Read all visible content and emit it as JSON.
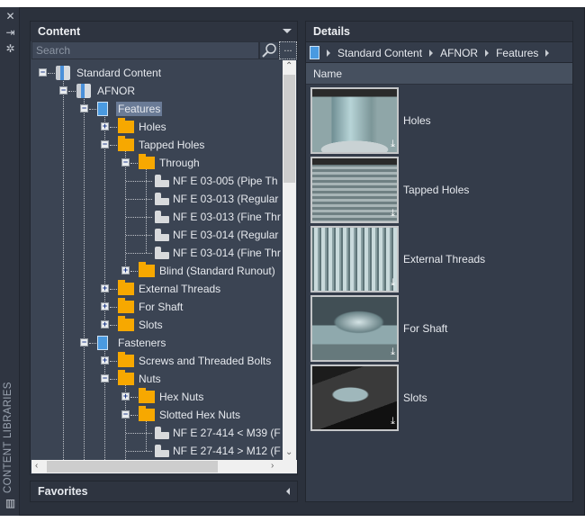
{
  "sidebar": {
    "vertical_label": "CONTENT LIBRARIES",
    "icons": [
      "close-icon",
      "auto-hide-icon",
      "settings-icon",
      "library-icon"
    ]
  },
  "content_panel": {
    "title": "Content",
    "search_placeholder": "Search",
    "more_label": "...",
    "tree": [
      {
        "label": "Standard Content",
        "level": 0,
        "state": "minus",
        "icon": "library"
      },
      {
        "label": "AFNOR",
        "level": 1,
        "state": "minus",
        "icon": "library"
      },
      {
        "label": "Features",
        "level": 2,
        "state": "minus",
        "icon": "book",
        "selected": true
      },
      {
        "label": "Holes",
        "level": 3,
        "state": "plus",
        "icon": "folder"
      },
      {
        "label": "Tapped Holes",
        "level": 3,
        "state": "minus",
        "icon": "folder"
      },
      {
        "label": "Through",
        "level": 4,
        "state": "minus",
        "icon": "folder"
      },
      {
        "label": "NF E 03-005  (Pipe Th",
        "level": 5,
        "state": "none",
        "icon": "part"
      },
      {
        "label": "NF E 03-013  (Regular",
        "level": 5,
        "state": "none",
        "icon": "part"
      },
      {
        "label": "NF E 03-013  (Fine Thr",
        "level": 5,
        "state": "none",
        "icon": "part"
      },
      {
        "label": "NF E 03-014  (Regular",
        "level": 5,
        "state": "none",
        "icon": "part"
      },
      {
        "label": "NF E 03-014  (Fine Thr",
        "level": 5,
        "state": "none",
        "icon": "part"
      },
      {
        "label": "Blind (Standard Runout)",
        "level": 4,
        "state": "plus",
        "icon": "folder"
      },
      {
        "label": "External Threads",
        "level": 3,
        "state": "plus",
        "icon": "folder"
      },
      {
        "label": "For Shaft",
        "level": 3,
        "state": "plus",
        "icon": "folder"
      },
      {
        "label": "Slots",
        "level": 3,
        "state": "plus",
        "icon": "folder"
      },
      {
        "label": "Fasteners",
        "level": 2,
        "state": "minus",
        "icon": "book"
      },
      {
        "label": "Screws and Threaded Bolts",
        "level": 3,
        "state": "plus",
        "icon": "folder"
      },
      {
        "label": "Nuts",
        "level": 3,
        "state": "minus",
        "icon": "folder"
      },
      {
        "label": "Hex Nuts",
        "level": 4,
        "state": "plus",
        "icon": "folder"
      },
      {
        "label": "Slotted Hex Nuts",
        "level": 4,
        "state": "minus",
        "icon": "folder"
      },
      {
        "label": "NF E 27-414 < M39  (F",
        "level": 5,
        "state": "none",
        "icon": "part"
      },
      {
        "label": "NF E 27-414 > M12  (F",
        "level": 5,
        "state": "none",
        "icon": "part"
      }
    ]
  },
  "favorites": {
    "title": "Favorites"
  },
  "details": {
    "title": "Details",
    "breadcrumb": [
      "Standard Content",
      "AFNOR",
      "Features"
    ],
    "column_name": "Name",
    "items": [
      {
        "label": "Holes",
        "thumb": "holes"
      },
      {
        "label": "Tapped Holes",
        "thumb": "tapped"
      },
      {
        "label": "External Threads",
        "thumb": "threads"
      },
      {
        "label": "For Shaft",
        "thumb": "shaft"
      },
      {
        "label": "Slots",
        "thumb": "slots"
      }
    ]
  },
  "colors": {
    "folder": "#f7a800",
    "panel": "#3b4453",
    "header": "#2e3440",
    "selection": "#6a7b96"
  }
}
